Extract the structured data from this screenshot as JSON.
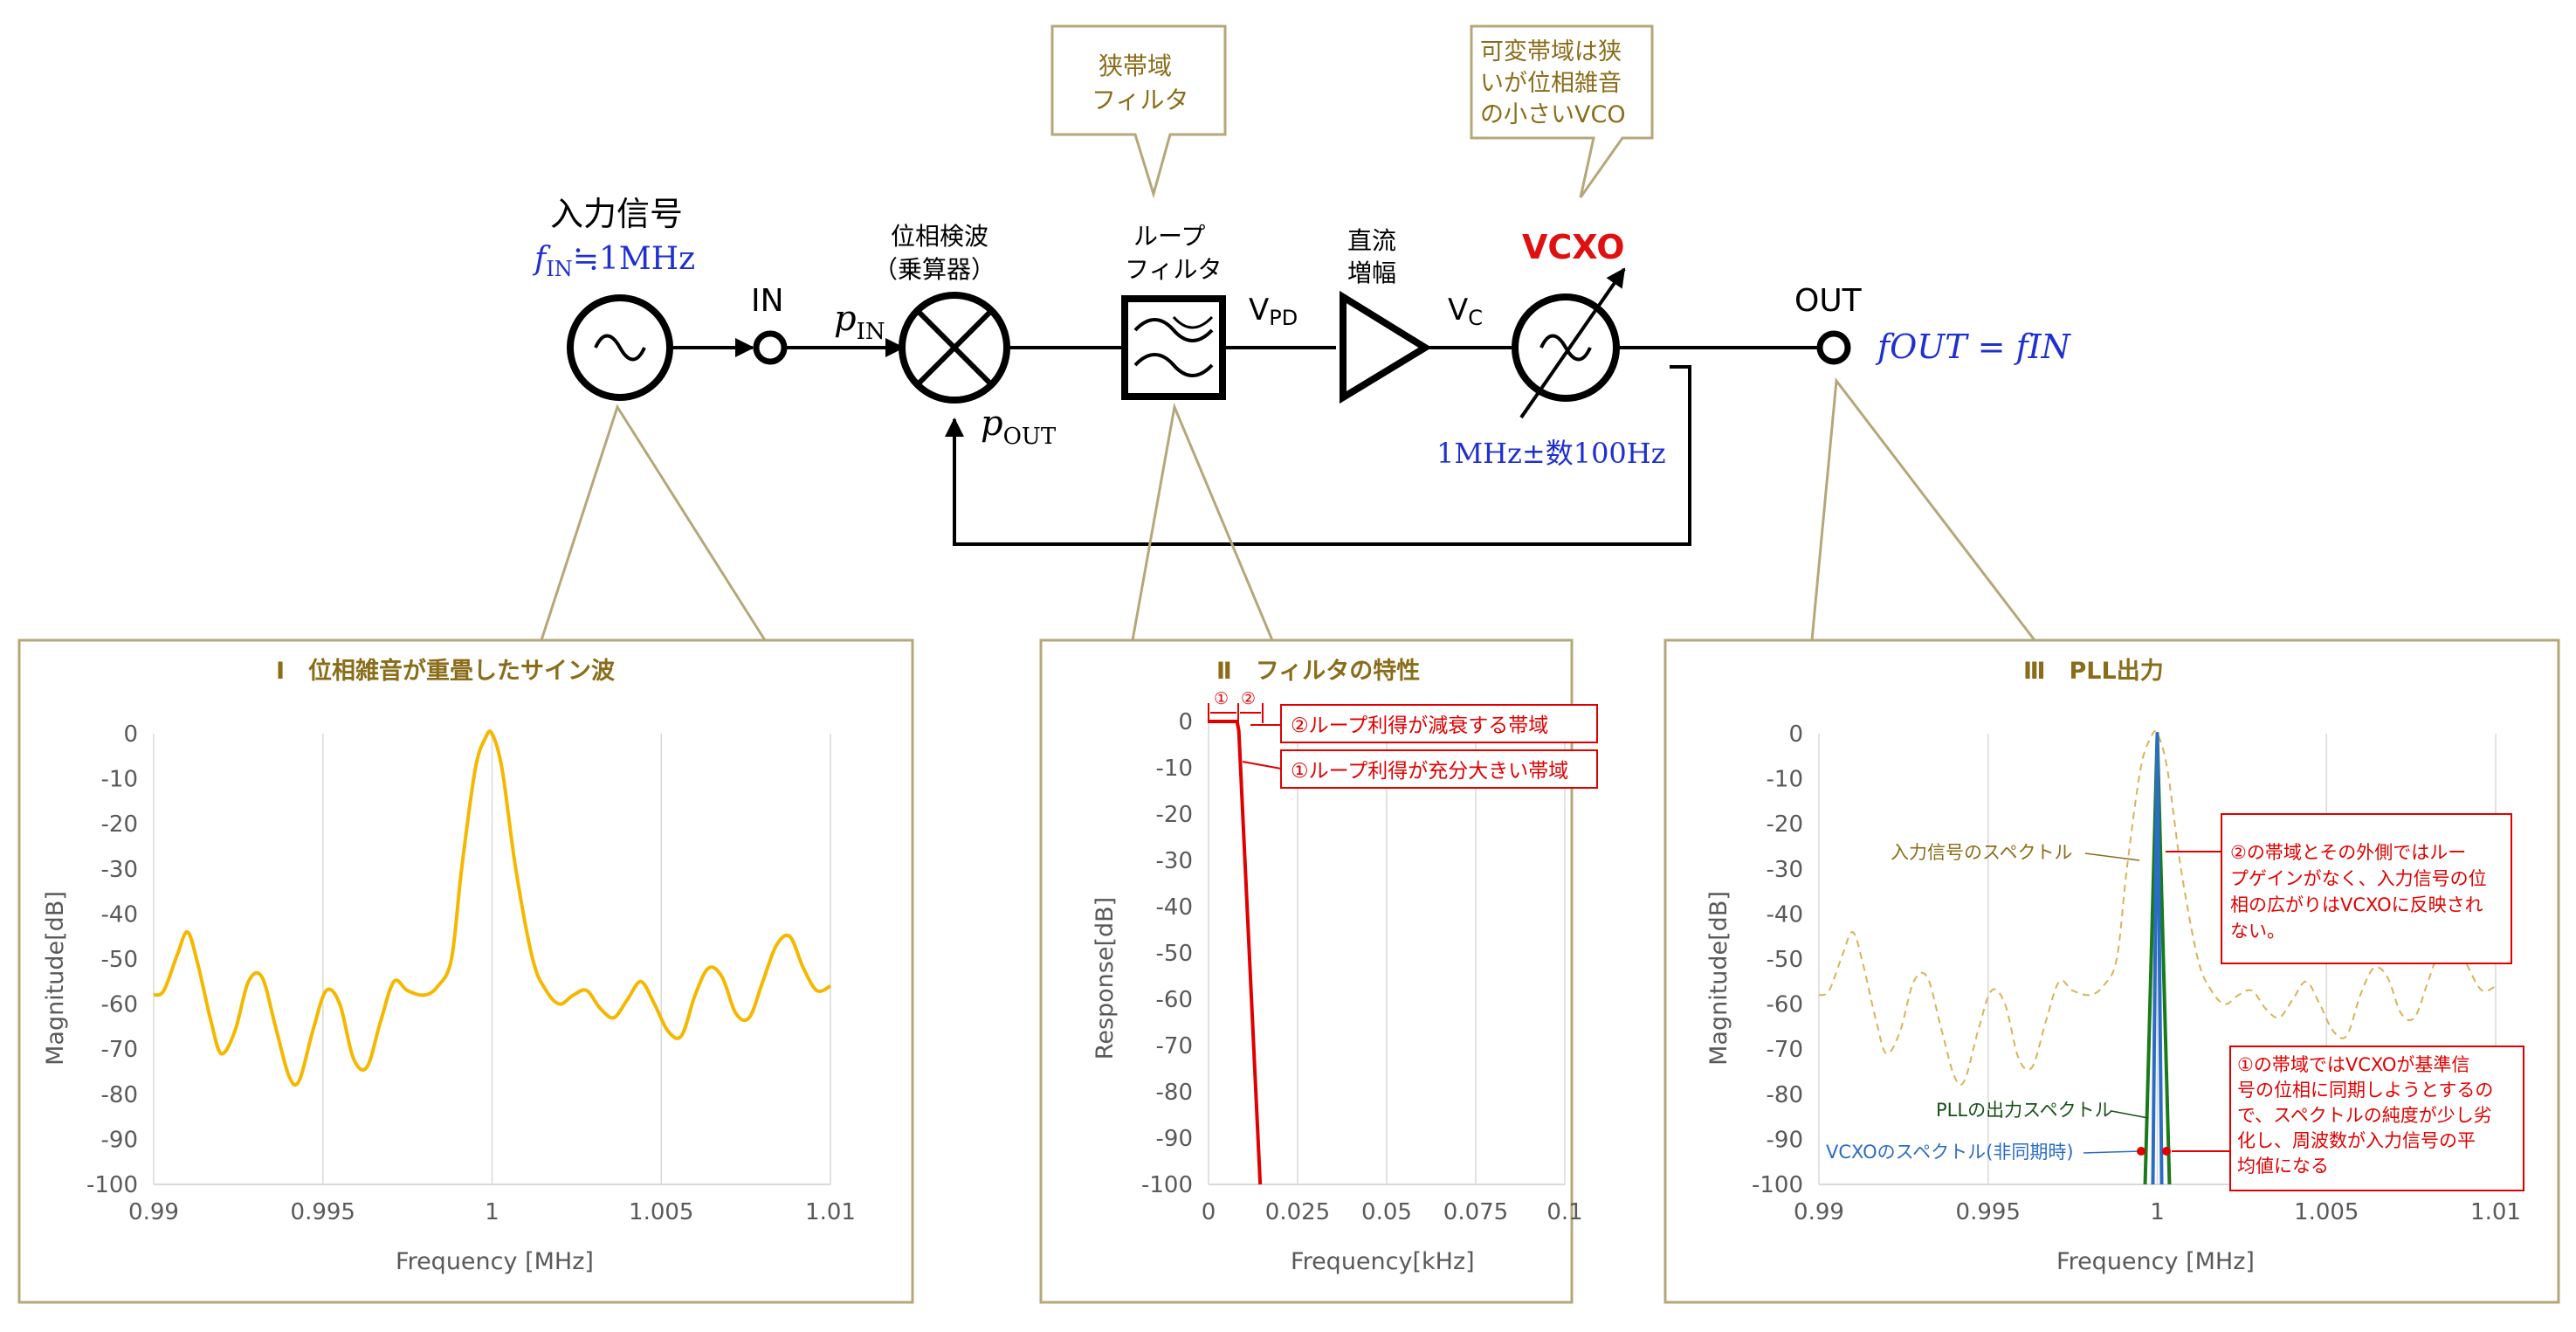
{
  "diagram": {
    "input_label": "入力信号",
    "input_freq_sym": "f",
    "input_freq_sub": "IN",
    "input_freq_val": "≒1MHz",
    "in_terminal": "IN",
    "pin_sym": "p",
    "pin_sub": "IN",
    "pout_sym": "p",
    "pout_sub": "OUT",
    "phase_detector_line1": "位相検波",
    "phase_detector_line2": "（乗算器）",
    "loop_filter_line1": "ループ",
    "loop_filter_line2": "フィルタ",
    "vpd_main": "V",
    "vpd_sub": "PD",
    "dc_amp_line1": "直流",
    "dc_amp_line2": "増幅",
    "vc_main": "V",
    "vc_sub": "C",
    "vcxo_label": "VCXO",
    "vcxo_range": "1MHz±数100Hz",
    "out_terminal": "OUT",
    "fout_eq": "fOUT = fIN",
    "callout_filter_line1": "狭帯域",
    "callout_filter_line2": "フィルタ",
    "callout_vcxo_line1": "可変帯域は狭",
    "callout_vcxo_line2": "いが位相雑音",
    "callout_vcxo_line3": "の小さいVCO",
    "colors": {
      "callout_text": "#8a6d1a",
      "callout_border": "#b5a77a",
      "blue": "#1f2fd0",
      "red": "#e01010"
    }
  },
  "panels": {
    "p1": {
      "title": "Ⅰ　位相雑音が重畳したサイン波",
      "xlabel": "Frequency [MHz]",
      "ylabel": "Magnitude[dB]"
    },
    "p2": {
      "title": "Ⅱ　フィルタの特性",
      "xlabel": "Frequency[kHz]",
      "ylabel": "Response[dB]",
      "note1": "②ループ利得が減衰する帯域",
      "note2": "①ループ利得が充分大きい帯域",
      "marker1": "①",
      "marker2": "②"
    },
    "p3": {
      "title": "Ⅲ　PLL出力",
      "xlabel": "Frequency [MHz]",
      "ylabel": "Magnitude[dB]",
      "lbl_input": "入力信号のスペクトル",
      "lbl_pll": "PLLの出力スペクトル",
      "lbl_vcxo": "VCXOのスペクトル(非同期時)",
      "note_a": [
        "②の帯域とその外側ではルー",
        "プゲインがなく、入力信号の位",
        "相の広がりはVCXOに反映され",
        "ない。"
      ],
      "note_b": [
        "①の帯域ではVCXOが基準信",
        "号の位相に同期しようとするの",
        "で、スペクトルの純度が少し劣",
        "化し、周波数が入力信号の平",
        "均値になる"
      ]
    }
  },
  "chart_data": [
    {
      "type": "line",
      "title": "Ⅰ　位相雑音が重畳したサイン波",
      "xlabel": "Frequency [MHz]",
      "ylabel": "Magnitude[dB]",
      "xlim": [
        0.99,
        1.01
      ],
      "ylim": [
        -100,
        0
      ],
      "xticks": [
        "0.99",
        "0.995",
        "1",
        "1.005",
        "1.01"
      ],
      "yticks": [
        "0",
        "-10",
        "-20",
        "-30",
        "-40",
        "-50",
        "-60",
        "-70",
        "-80",
        "-90",
        "-100"
      ],
      "grid": "vertical",
      "series": [
        {
          "color": "#f5b800",
          "x": [
            0.99,
            0.9903,
            0.9907,
            0.991,
            0.9913,
            0.9917,
            0.992,
            0.9924,
            0.9928,
            0.9932,
            0.9936,
            0.994,
            0.9943,
            0.9947,
            0.9951,
            0.9955,
            0.9959,
            0.9963,
            0.9967,
            0.9971,
            0.9975,
            0.998,
            0.9984,
            0.9988,
            0.9991,
            0.9995,
            0.9998,
            1.0,
            1.0003,
            1.0007,
            1.0012,
            1.0016,
            1.002,
            1.0024,
            1.0028,
            1.0032,
            1.0036,
            1.004,
            1.0044,
            1.0048,
            1.0052,
            1.0056,
            1.006,
            1.0064,
            1.0068,
            1.0072,
            1.0076,
            1.008,
            1.0084,
            1.0088,
            1.0092,
            1.0096,
            1.01
          ],
          "y": [
            -58,
            -57,
            -49,
            -44,
            -51,
            -64,
            -71,
            -66,
            -55,
            -54,
            -65,
            -76,
            -77,
            -66,
            -57,
            -60,
            -72,
            -74,
            -64,
            -55,
            -57,
            -58,
            -56,
            -50,
            -30,
            -8,
            -1,
            0,
            -8,
            -30,
            -50,
            -57,
            -60,
            -58,
            -57,
            -61,
            -63,
            -59,
            -55,
            -60,
            -66,
            -67,
            -58,
            -52,
            -54,
            -62,
            -63,
            -55,
            -47,
            -45,
            -52,
            -57,
            -56
          ]
        }
      ]
    },
    {
      "type": "line",
      "title": "Ⅱ　フィルタの特性",
      "xlabel": "Frequency[kHz]",
      "ylabel": "Response[dB]",
      "xlim": [
        0,
        0.1
      ],
      "ylim": [
        -100,
        0
      ],
      "xticks": [
        "0",
        "0.025",
        "0.05",
        "0.075",
        "0.1"
      ],
      "yticks": [
        "0",
        "-10",
        "-20",
        "-30",
        "-40",
        "-50",
        "-60",
        "-70",
        "-80",
        "-90",
        "-100"
      ],
      "grid": "vertical",
      "series": [
        {
          "color": "#e00000",
          "x": [
            0,
            0.008,
            0.0085,
            0.0145
          ],
          "y": [
            0,
            0,
            -2,
            -100
          ]
        }
      ]
    },
    {
      "type": "line",
      "title": "Ⅲ　PLL出力",
      "xlabel": "Frequency [MHz]",
      "ylabel": "Magnitude[dB]",
      "xlim": [
        0.99,
        1.01
      ],
      "ylim": [
        -100,
        0
      ],
      "xticks": [
        "0.99",
        "0.995",
        "1",
        "1.005",
        "1.01"
      ],
      "yticks": [
        "0",
        "-10",
        "-20",
        "-30",
        "-40",
        "-50",
        "-60",
        "-70",
        "-80",
        "-90",
        "-100"
      ],
      "grid": "vertical",
      "series": [
        {
          "name": "入力信号のスペクトル",
          "color": "#d9b25c",
          "dashed": true,
          "x": [
            0.99,
            0.9903,
            0.9907,
            0.991,
            0.9913,
            0.9917,
            0.992,
            0.9924,
            0.9928,
            0.9932,
            0.9936,
            0.994,
            0.9943,
            0.9947,
            0.9951,
            0.9955,
            0.9959,
            0.9963,
            0.9967,
            0.9971,
            0.9975,
            0.998,
            0.9984,
            0.9988,
            0.9991,
            0.9995,
            0.9998,
            1.0,
            1.0003,
            1.0007,
            1.0012,
            1.0016,
            1.002,
            1.0024,
            1.0028,
            1.0032,
            1.0036,
            1.004,
            1.0044,
            1.0048,
            1.0052,
            1.0056,
            1.006,
            1.0064,
            1.0068,
            1.0072,
            1.0076,
            1.008,
            1.0084,
            1.0088,
            1.0092,
            1.0096,
            1.01
          ],
          "y": [
            -58,
            -57,
            -49,
            -44,
            -51,
            -64,
            -71,
            -66,
            -55,
            -54,
            -65,
            -76,
            -77,
            -66,
            -57,
            -60,
            -72,
            -74,
            -64,
            -55,
            -57,
            -58,
            -56,
            -50,
            -30,
            -8,
            -1,
            0,
            -8,
            -30,
            -50,
            -57,
            -60,
            -58,
            -57,
            -61,
            -63,
            -59,
            -55,
            -60,
            -66,
            -67,
            -58,
            -52,
            -54,
            -62,
            -63,
            -55,
            -47,
            -45,
            -52,
            -57,
            -56
          ]
        },
        {
          "name": "PLLの出力スペクトル",
          "color": "#1a7a1a",
          "x": [
            0.99964,
            1.0,
            1.00036
          ],
          "y": [
            -100,
            0,
            -100
          ]
        },
        {
          "name": "VCXOのスペクトル(非同期時)",
          "color": "#2b6cc4",
          "x": [
            0.99987,
            1.0,
            1.00013
          ],
          "y": [
            -100,
            0,
            -100
          ]
        }
      ]
    }
  ]
}
